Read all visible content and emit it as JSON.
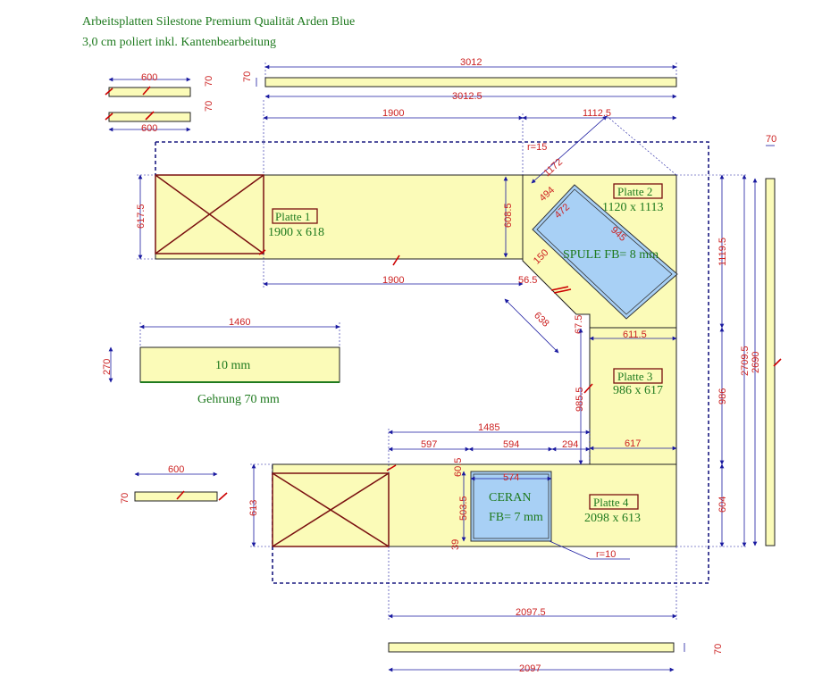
{
  "title": {
    "line1": "Arbeitsplatten Silestone Premium Qualität Arden Blue",
    "line2": "3,0 cm poliert inkl. Kantenbearbeitung"
  },
  "plates": {
    "p1": {
      "name": "Platte 1",
      "size": "1900 x 618"
    },
    "p2": {
      "name": "Platte 2",
      "size": "1120 x 1113"
    },
    "p3": {
      "name": "Platte 3",
      "size": "986 x 617"
    },
    "p4": {
      "name": "Platte 4",
      "size": "2098 x 613"
    }
  },
  "labels": {
    "sink": "SPULE FB= 8 mm",
    "ceran1": "CERAN",
    "ceran2": "FB= 7 mm",
    "strip10": "10 mm",
    "gehrung": "Gehrung 70 mm",
    "r15": "r=15",
    "r10": "r=10"
  },
  "dims": {
    "d3012": "3012",
    "d3012_5": "3012.5",
    "d70a": "70",
    "d600a": "600",
    "d70b": "70",
    "d600b": "600",
    "d70c": "70",
    "d1900a": "1900",
    "d1112_5": "1112.5",
    "d1172": "1172",
    "d617_5": "617.5",
    "d608_5": "608.5",
    "d494": "494",
    "d472": "472",
    "d945": "945",
    "d150": "150",
    "d1900b": "1900",
    "d56_5": "56.5",
    "d638": "638",
    "d70d": "70",
    "d1119_5": "1119.5",
    "d2709_5": "2709.5",
    "d2690": "2690",
    "d986": "986",
    "d1460": "1460",
    "d270": "270",
    "d67_5": "67.5",
    "d611_5": "611.5",
    "d985_5": "985.5",
    "d1485": "1485",
    "d597": "597",
    "d594": "594",
    "d294": "294",
    "d617": "617",
    "d600c": "600",
    "d70e": "70",
    "d613": "613",
    "d60_5": "60.5",
    "d574": "574",
    "d503_5": "503.5",
    "d39": "39",
    "d604": "604",
    "d2097_5": "2097.5",
    "d70f": "70",
    "d2097": "2097"
  },
  "colors": {
    "plate": "#fbfbb8",
    "cutout": "#a8d0f5",
    "dimension_text": "#cc2222",
    "dimension_line": "#1a1aa0",
    "title_text": "#1f7a1f"
  }
}
